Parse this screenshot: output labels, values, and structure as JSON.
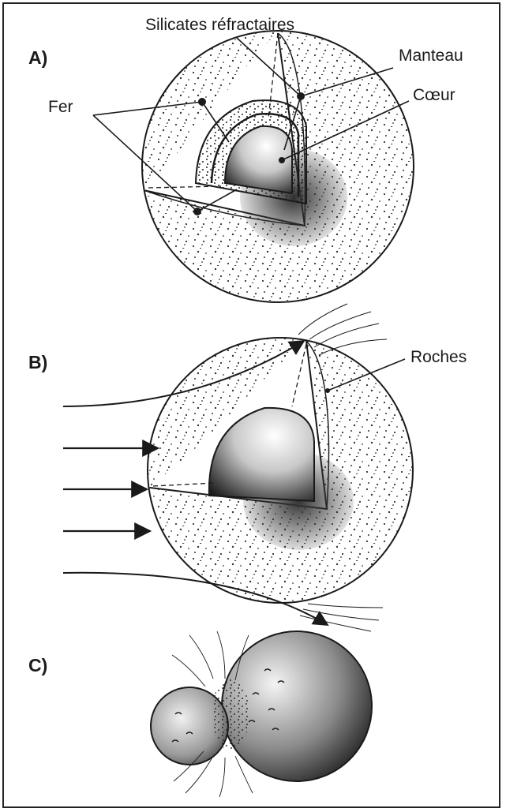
{
  "panels": {
    "a": {
      "label": "A)",
      "callouts": {
        "silicates": "Silicates réfractaires",
        "manteau": "Manteau",
        "coeur": "Cœur",
        "fer": "Fer"
      }
    },
    "b": {
      "label": "B)",
      "callouts": {
        "roches": "Roches"
      }
    },
    "c": {
      "label": "C)"
    }
  },
  "colors": {
    "ink": "#1a1a1a",
    "paper": "#ffffff",
    "shade": "#6a6a6a"
  }
}
